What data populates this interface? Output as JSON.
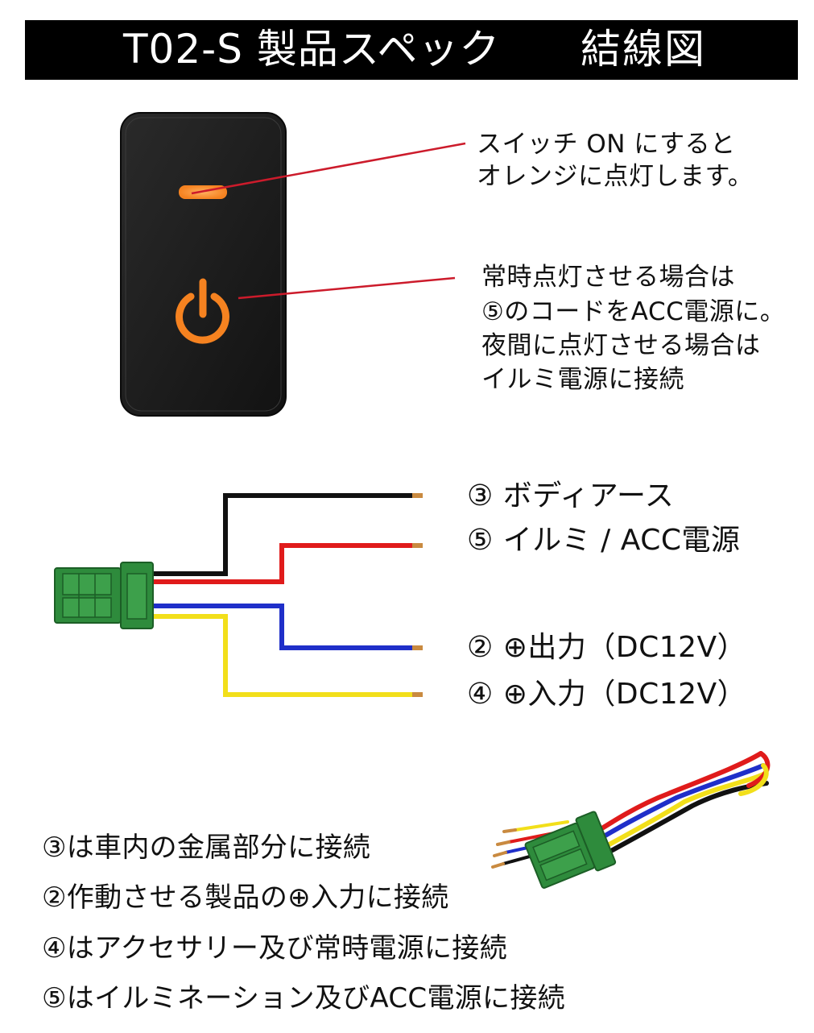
{
  "header": {
    "title": "T02-S 製品スペック",
    "subtitle": "結線図"
  },
  "callouts": {
    "led": [
      "スイッチ ON にすると",
      "オレンジに点灯します。"
    ],
    "power": [
      "常時点灯させる場合は",
      "⑤のコードをACC電源に。",
      "夜間に点灯させる場合は",
      "イルミ電源に接続"
    ]
  },
  "wires": [
    {
      "label": "③ ボディアース",
      "color": "#111111"
    },
    {
      "label": "⑤ イルミ / ACC電源",
      "color": "#e01b1b"
    },
    {
      "label": "② ⊕出力（DC12V）",
      "color": "#1f2fc9"
    },
    {
      "label": "④ ⊕入力（DC12V）",
      "color": "#f2df1a"
    }
  ],
  "notes": [
    "③は車内の金属部分に接続",
    "②作動させる製品の⊕入力に接続",
    "④はアクセサリー及び常時電源に接続",
    "⑤はイルミネーション及びACC電源に接続"
  ],
  "colors": {
    "switch_body": "#1b1b1b",
    "led_orange": "#f58220",
    "callout_line": "#cc1b2b",
    "connector_green": "#2e8b3c"
  },
  "icons": [
    "power-icon"
  ]
}
